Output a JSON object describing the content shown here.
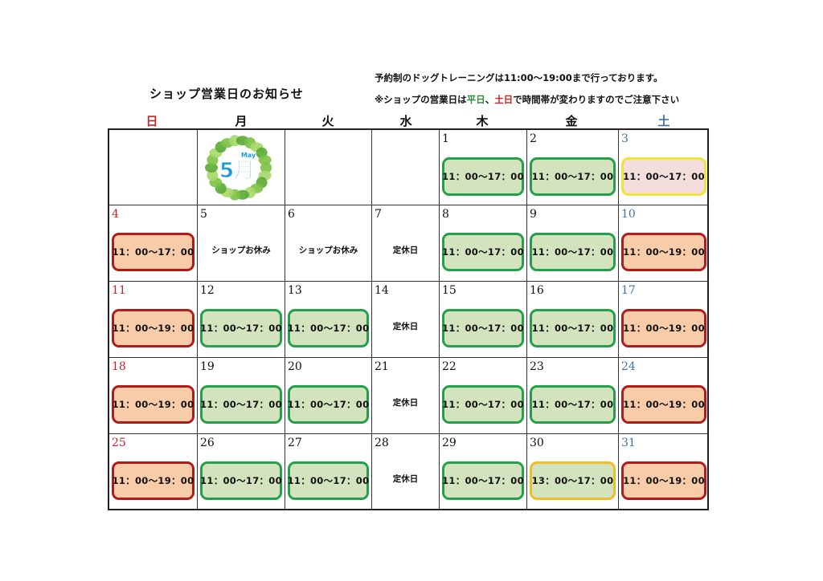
{
  "header": {
    "title": "ショップ営業日のお知らせ",
    "notice_line1": "予約制のドッグトレーニングは11:00～19:00まで行っております。",
    "notice_line2": {
      "prefix": "※ショップの営業日は",
      "weekday": "平日",
      "sep": "、",
      "weekend": "土日",
      "suffix": "で時間帯が変わりますのでご注意下さい"
    }
  },
  "weekdays": [
    "日",
    "月",
    "火",
    "水",
    "木",
    "金",
    "土"
  ],
  "month_badge": {
    "number": "5月",
    "english": "May"
  },
  "colors": {
    "sunday": "#c0282d",
    "saturday": "#3f74a3",
    "default": "#111111",
    "green_fill": "#d3e3bd",
    "green_border": "#24a04a",
    "orange_fill": "#f9cca9",
    "orange_border": "#b01c1c"
  },
  "days": [
    [
      {
        "day": ""
      },
      {
        "day": "",
        "badge": true
      },
      {
        "day": ""
      },
      {
        "day": ""
      },
      {
        "day": "1",
        "hours": "11：00～17：00",
        "style": "green"
      },
      {
        "day": "2",
        "hours": "11：00～17：00",
        "style": "green"
      },
      {
        "day": "3",
        "hours": "11：00～17：00",
        "style": "pink"
      }
    ],
    [
      {
        "day": "4",
        "hours": "11：00～17：00",
        "style": "orange"
      },
      {
        "day": "5",
        "note": "ショップお休み"
      },
      {
        "day": "6",
        "note": "ショップお休み"
      },
      {
        "day": "7",
        "note": "定休日"
      },
      {
        "day": "8",
        "hours": "11：00～17：00",
        "style": "green"
      },
      {
        "day": "9",
        "hours": "11：00～17：00",
        "style": "green"
      },
      {
        "day": "10",
        "hours": "11：00～19：00",
        "style": "orange"
      }
    ],
    [
      {
        "day": "11",
        "hours": "11：00～19：00",
        "style": "orange"
      },
      {
        "day": "12",
        "hours": "11：00～17：00",
        "style": "green"
      },
      {
        "day": "13",
        "hours": "11：00～17：00",
        "style": "green"
      },
      {
        "day": "14",
        "note": "定休日"
      },
      {
        "day": "15",
        "hours": "11：00～17：00",
        "style": "green"
      },
      {
        "day": "16",
        "hours": "11：00～17：00",
        "style": "green"
      },
      {
        "day": "17",
        "hours": "11：00～19：00",
        "style": "orange"
      }
    ],
    [
      {
        "day": "18",
        "hours": "11：00～19：00",
        "style": "orange"
      },
      {
        "day": "19",
        "hours": "11：00～17：00",
        "style": "green"
      },
      {
        "day": "20",
        "hours": "11：00～17：00",
        "style": "green"
      },
      {
        "day": "21",
        "note": "定休日"
      },
      {
        "day": "22",
        "hours": "11：00～17：00",
        "style": "green"
      },
      {
        "day": "23",
        "hours": "11：00～17：00",
        "style": "green"
      },
      {
        "day": "24",
        "hours": "11：00～19：00",
        "style": "orange"
      }
    ],
    [
      {
        "day": "25",
        "hours": "11：00～19：00",
        "style": "orange"
      },
      {
        "day": "26",
        "hours": "11：00～17：00",
        "style": "green"
      },
      {
        "day": "27",
        "hours": "11：00～17：00",
        "style": "green"
      },
      {
        "day": "28",
        "note": "定休日"
      },
      {
        "day": "29",
        "hours": "11：00～17：00",
        "style": "green"
      },
      {
        "day": "30",
        "hours": "13：00～17：00",
        "style": "yellow"
      },
      {
        "day": "31",
        "hours": "11：00～19：00",
        "style": "orange"
      }
    ]
  ]
}
